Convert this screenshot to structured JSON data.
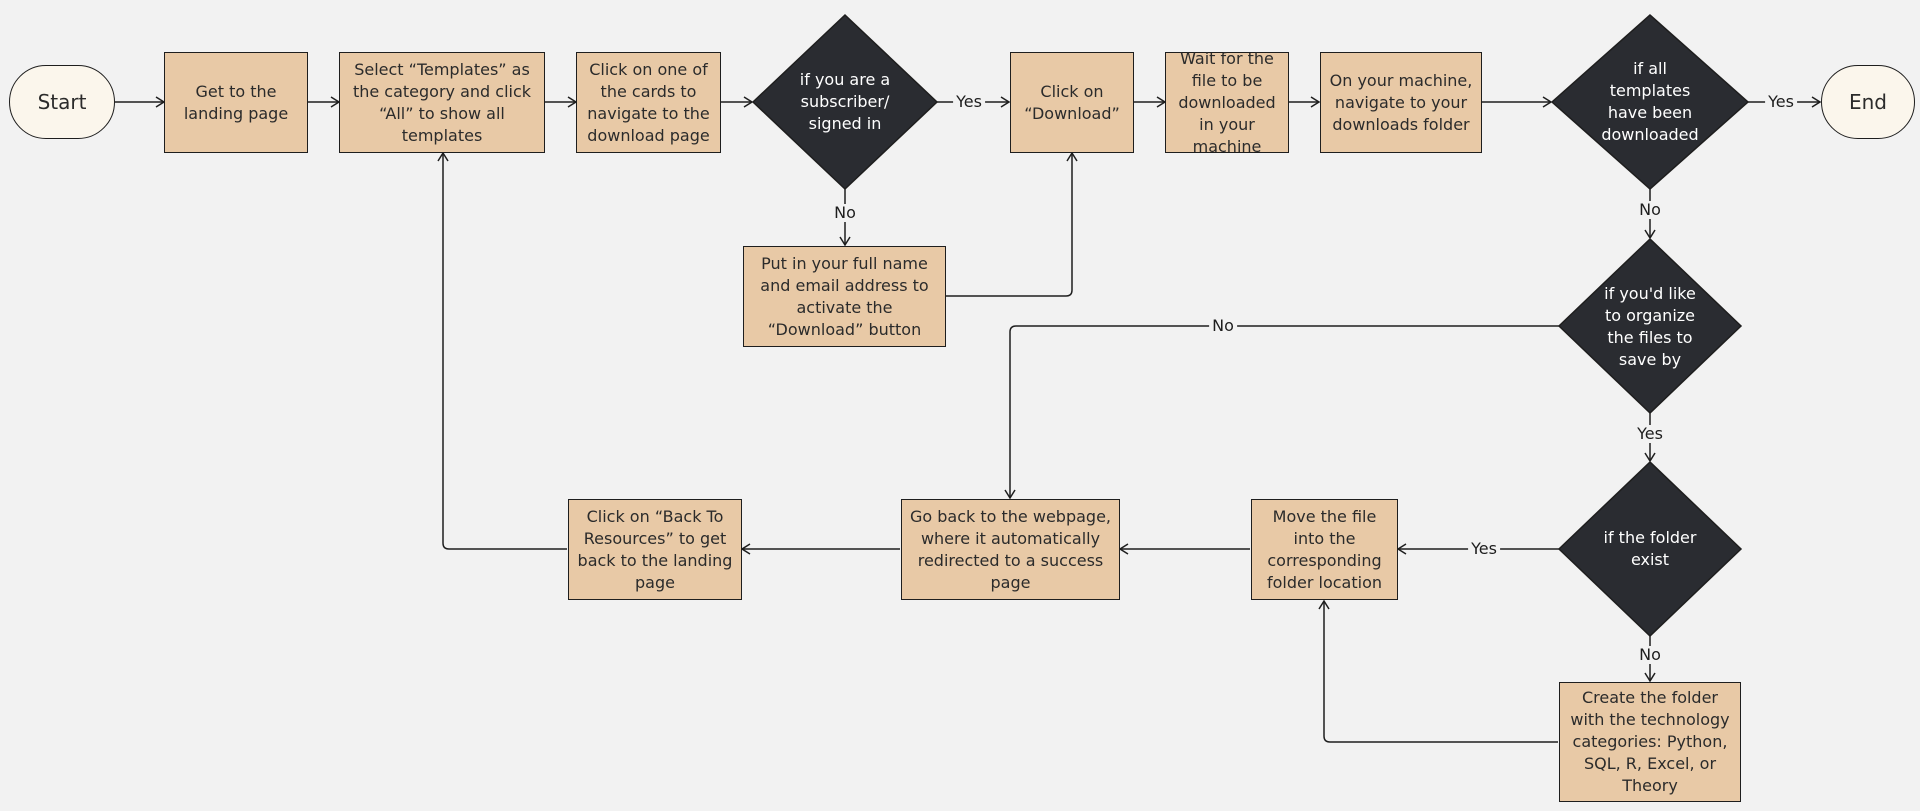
{
  "colors": {
    "background": "#f2f2f2",
    "process_fill": "#e8c9a6",
    "terminal_fill": "#fbf6ec",
    "decision_fill": "#2a2c31",
    "stroke": "#1e1e1e"
  },
  "nodes": {
    "start": "Start",
    "end": "End",
    "landing": "Get to the landing page",
    "templates": "Select “Templates” as the category and click “All” to show all templates",
    "cards": "Click on one of the cards to navigate to the download page",
    "subscriber": "if you are a subscriber/ signed in",
    "name_email": "Put in your full name and email address to activate the “Download” button",
    "download": "Click on “Download”",
    "wait": "Wait for the file to be downloaded in your machine",
    "navigate": "On your machine, navigate to your downloads folder",
    "all_downloaded": "if all templates have been downloaded",
    "organize": "if you'd like to organize the files to save by",
    "folder_exist": "if the folder exist",
    "create_folder": "Create the folder with the technology categories: Python, SQL, R, Excel, or Theory",
    "move_file": "Move the file into the corresponding folder location",
    "go_back": "Go back to the webpage, where it automatically redirected to a success page",
    "back_resources": "Click on “Back To Resources” to get back to the landing page"
  },
  "edge_labels": {
    "subscriber_yes": "Yes",
    "subscriber_no": "No",
    "all_yes": "Yes",
    "all_no": "No",
    "organize_no": "No",
    "organize_yes": "Yes",
    "folder_yes": "Yes",
    "folder_no": "No"
  }
}
